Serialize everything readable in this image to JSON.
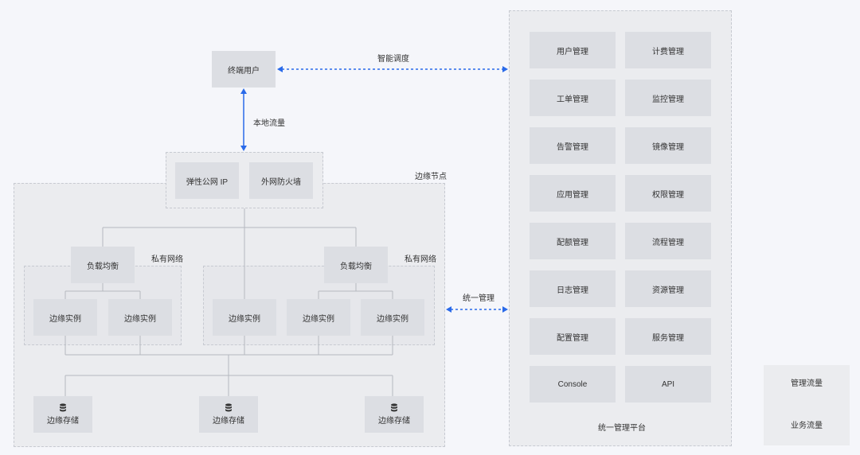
{
  "end_user": "终端用户",
  "smart_dispatch": "智能调度",
  "local_traffic": "本地流量",
  "unified_mgmt": "统一管理",
  "edge_node": {
    "title": "边缘节点",
    "elastic_ip": "弹性公网 IP",
    "firewall": "外网防火墙",
    "private_net_1": {
      "title": "私有网络",
      "load_balancer": "负载均衡",
      "instances": [
        "边缘实例",
        "边缘实例"
      ]
    },
    "middle_instance": "边缘实例",
    "private_net_2": {
      "title": "私有网络",
      "load_balancer": "负载均衡",
      "instances": [
        "边缘实例",
        "边缘实例"
      ]
    },
    "storages": [
      "边缘存储",
      "边缘存储",
      "边缘存储"
    ]
  },
  "platform": {
    "title": "统一管理平台",
    "modules": [
      [
        "用户管理",
        "计费管理"
      ],
      [
        "工单管理",
        "监控管理"
      ],
      [
        "告警管理",
        "镜像管理"
      ],
      [
        "应用管理",
        "权限管理"
      ],
      [
        "配额管理",
        "流程管理"
      ],
      [
        "日志管理",
        "资源管理"
      ],
      [
        "配置管理",
        "服务管理"
      ],
      [
        "Console",
        "API"
      ]
    ]
  },
  "legend": {
    "mgmt_flow": "管理流量",
    "biz_flow": "业务流量"
  },
  "colors": {
    "arrow": "#2a6ae9",
    "box": "#dcdee3",
    "region": "#ebecef"
  }
}
